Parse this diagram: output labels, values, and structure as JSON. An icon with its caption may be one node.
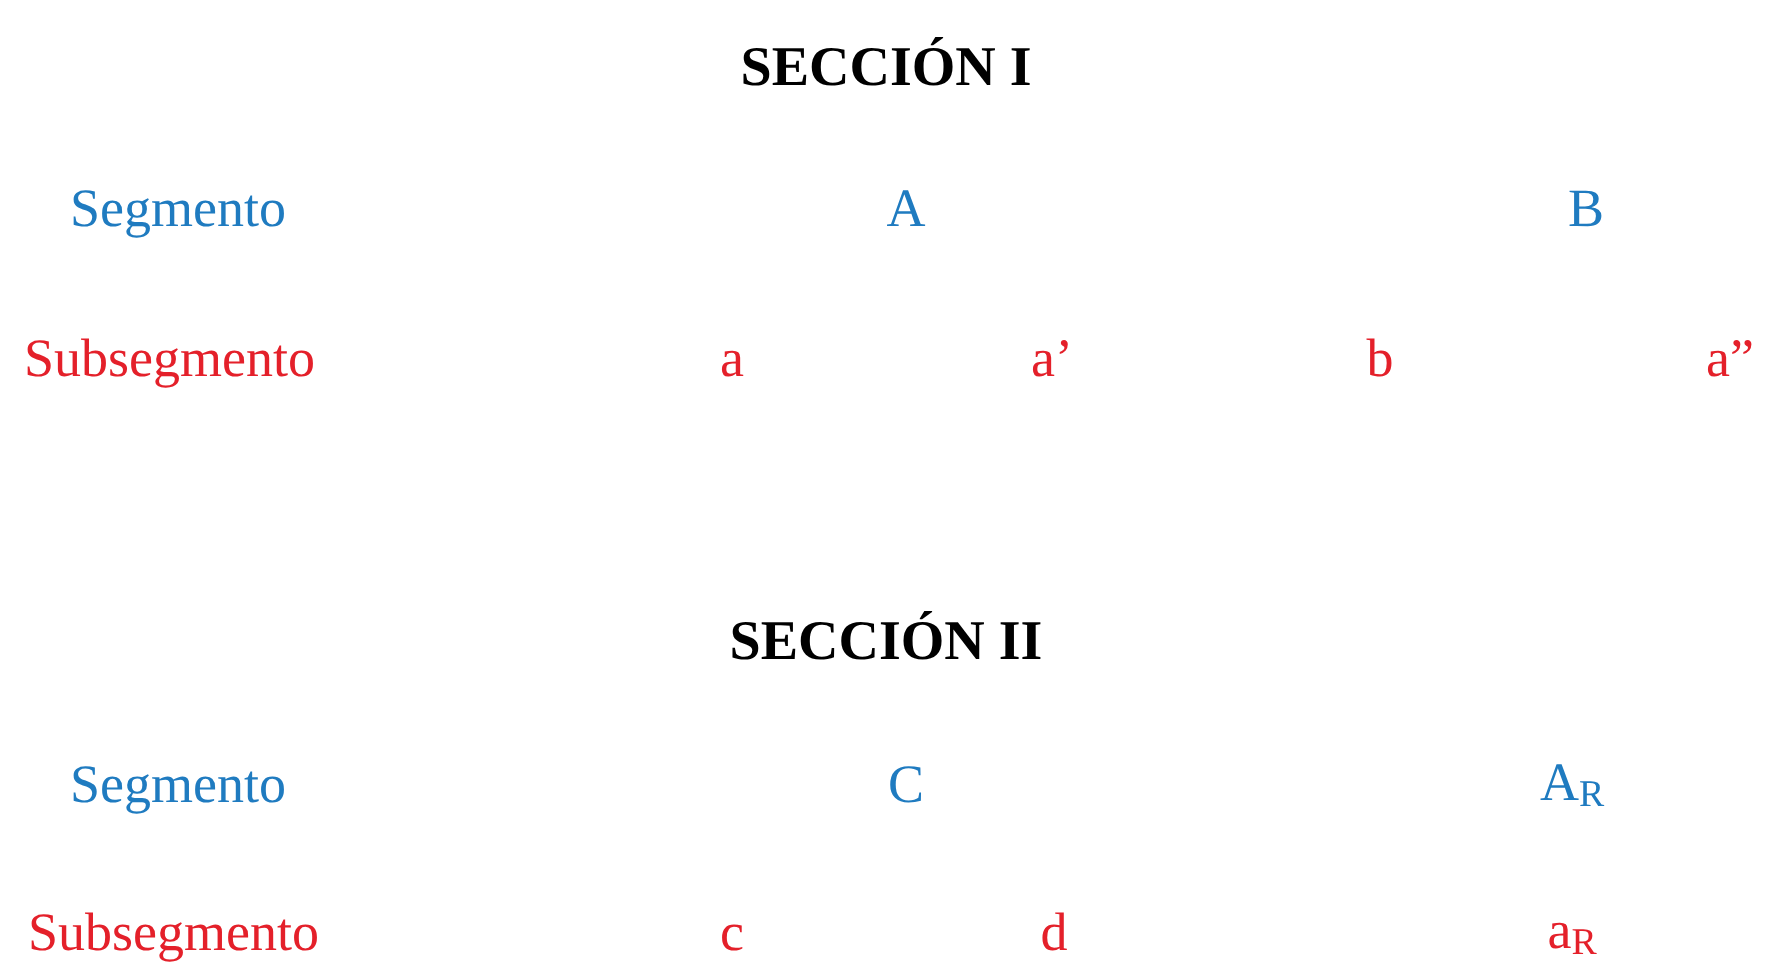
{
  "diagram": {
    "labels": [
      "SECCIÓN I",
      "Segmento",
      "A",
      "B",
      "Subsegmento",
      "a",
      "a’",
      "b",
      "a”",
      "SECCIÓN II",
      "Segmento",
      "C",
      "A$_{R}$",
      "Subsegmento",
      "c",
      "d",
      "a$_{R}$"
    ]
  }
}
